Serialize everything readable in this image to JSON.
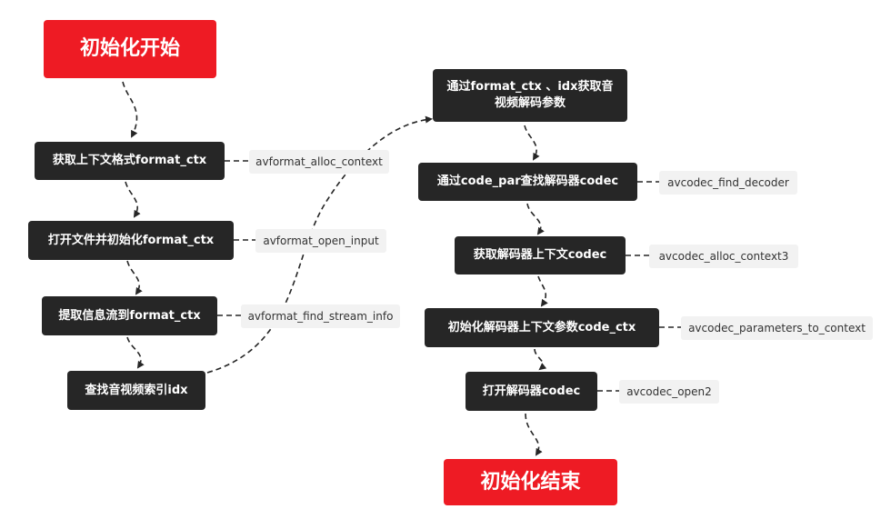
{
  "nodes": {
    "init_start": "初始化开始",
    "alloc_ctx": "获取上下文格式format_ctx",
    "open_input": "打开文件并初始化format_ctx",
    "find_stream_info": "提取信息流到format_ctx",
    "find_av_idx": "查找音视频索引idx",
    "get_codec_par": "通过format_ctx 、idx获取音视频解码参数",
    "find_decoder": "通过code_par查找解码器codec",
    "alloc_codec_ctx": "获取解码器上下文codec",
    "params_to_ctx": "初始化解码器上下文参数code_ctx",
    "open_codec": "打开解码器codec",
    "init_end": "初始化结束"
  },
  "labels": {
    "alloc_ctx": "avformat_alloc_context",
    "open_input": "avformat_open_input",
    "find_stream_info": "avformat_find_stream_info",
    "find_decoder": "avcodec_find_decoder",
    "alloc_codec_ctx": "avcodec_alloc_context3",
    "params_to_ctx": "avcodec_parameters_to_context",
    "open_codec": "avcodec_open2"
  },
  "colors": {
    "start_end": "#ee1b24",
    "step": "#262626",
    "api_label_bg": "#f2f2f2",
    "connector": "#262626"
  }
}
